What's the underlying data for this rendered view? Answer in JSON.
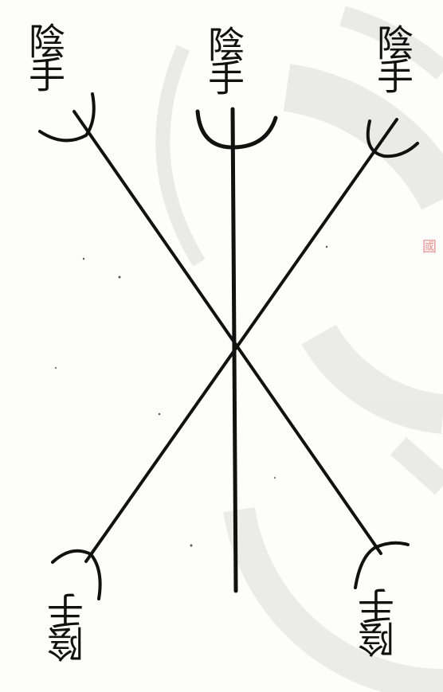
{
  "labels": {
    "top_left": "陰手",
    "top_center": "陰手",
    "top_right": "陰手",
    "bottom_left": "陰手",
    "bottom_right": "陰手"
  },
  "stamp": {
    "char": "國",
    "color": "#e07070"
  },
  "colors": {
    "ink": "#111111",
    "watermark": "#d8d8d8",
    "paper": "#fdfdfb"
  }
}
